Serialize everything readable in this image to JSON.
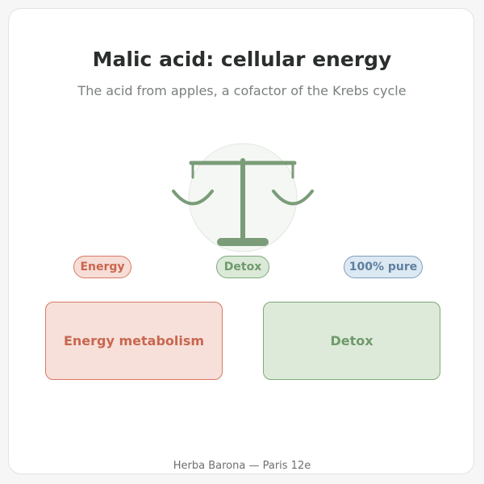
{
  "header": {
    "title": "Malic acid: cellular energy",
    "subtitle": "The acid from apples, a cofactor of the Krebs cycle"
  },
  "illustration": {
    "icon": "balance-scale-icon",
    "color": "#7a9c78"
  },
  "tags": [
    {
      "label": "Energy",
      "color": "#d97a64"
    },
    {
      "label": "Detox",
      "color": "#7ea87a"
    },
    {
      "label": "100% pure",
      "color": "#7f9fbe"
    }
  ],
  "benefits": [
    {
      "label": "Energy metabolism",
      "color": "#d97a64"
    },
    {
      "label": "Detox",
      "color": "#7ea87a"
    }
  ],
  "footer": {
    "text": "Herba Barona — Paris 12e"
  }
}
